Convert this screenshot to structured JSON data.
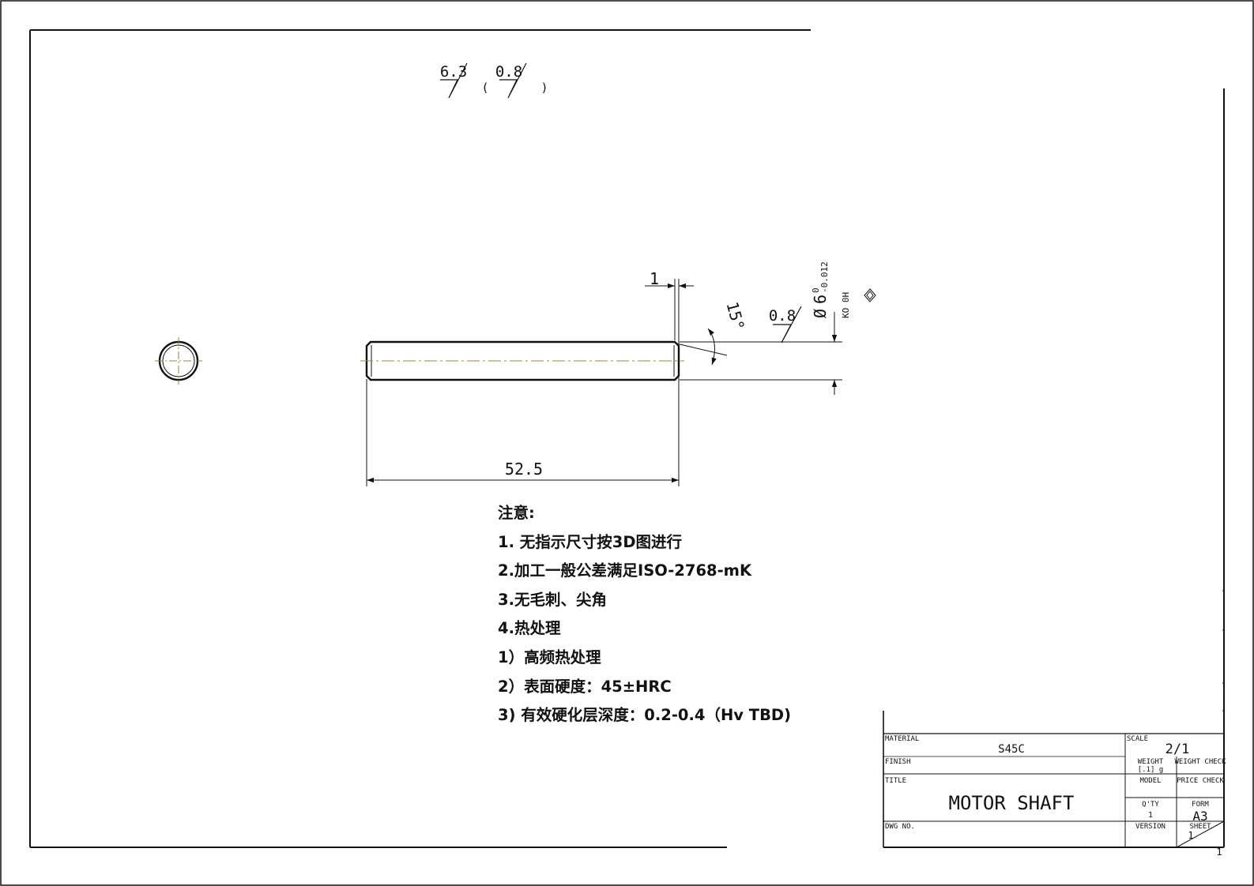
{
  "surface_finish": {
    "general": "6.3",
    "open_paren": "(",
    "secondary": "0.8",
    "close_paren": ")",
    "chamfer_face": "0.8"
  },
  "dimensions": {
    "length": "52.5",
    "chamfer_width": "1",
    "chamfer_angle": "15°",
    "diameter_symbol": "Ø",
    "diameter_value": "6",
    "tol_upper": "0",
    "tol_lower": "-0.012",
    "tol_note": "KO 0H"
  },
  "notes": {
    "heading": "注意:",
    "lines": [
      "1. 无指示尺寸按3D图进行",
      "2.加工一般公差满足ISO-2768-mK",
      "3.无毛刺、尖角",
      "4.热处理",
      "1）高频热处理",
      "2）表面硬度：45±HRC",
      "3) 有效硬化层深度：0.2-0.4（Hv TBD)"
    ]
  },
  "title_block": {
    "material_label": "MATERIAL",
    "material_value": "S45C",
    "scale_label": "SCALE",
    "scale_value": "2/1",
    "finish_label": "FINISH",
    "weight_label": "WEIGHT",
    "weight_value": "[.1] g",
    "weight_check_label": "WEIGHT CHECK",
    "title_label": "TITLE",
    "title_value": "MOTOR SHAFT",
    "model_label": "MODEL",
    "price_check_label": "PRICE CHECK",
    "qty_label": "Q'TY",
    "qty_value": "1",
    "form_label": "FORM",
    "form_value": "A3",
    "dwg_no_label": "DWG NO.",
    "version_label": "VERSION",
    "sheet_label": "SHEET",
    "sheet_value": "1",
    "sheet_total": "1"
  },
  "colors": {
    "line": "#111111",
    "centerline": "#8c8a4a"
  }
}
